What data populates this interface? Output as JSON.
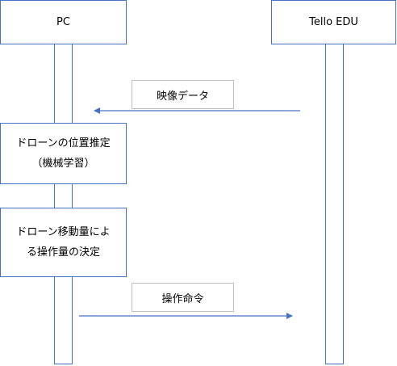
{
  "actors": {
    "left": "PC",
    "right": "Tello EDU"
  },
  "messages": {
    "video": "映像データ",
    "command": "操作命令"
  },
  "steps": {
    "position_estimation": {
      "line1": "ドローンの位置推定",
      "line2": "（機械学習）"
    },
    "control_decision": {
      "line1": "ドローン移動量によ",
      "line2": "る操作量の決定"
    }
  },
  "colors": {
    "stroke": "#4472c4",
    "message_border": "#bfbfbf"
  }
}
